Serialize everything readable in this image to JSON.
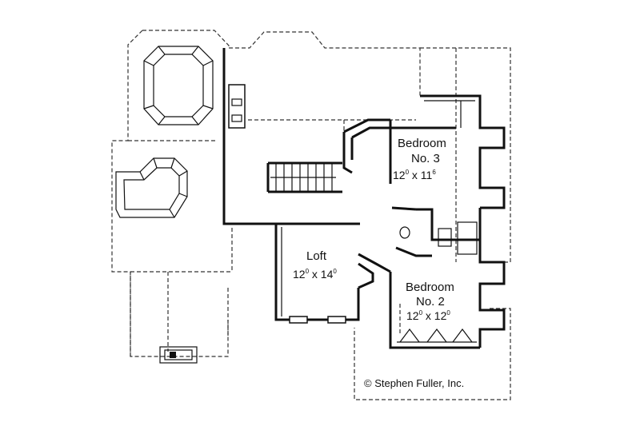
{
  "rooms": [
    {
      "name": "Bedroom",
      "sub": "No. 3",
      "dim_a": "12",
      "dim_a_sup": "0",
      "dim_sep": " x 11",
      "dim_b_sup": "6"
    },
    {
      "name": "Loft",
      "sub": "",
      "dim_a": "12",
      "dim_a_sup": "0",
      "dim_sep": " x 14",
      "dim_b_sup": "0"
    },
    {
      "name": "Bedroom",
      "sub": "No. 2",
      "dim_a": "12",
      "dim_a_sup": "0",
      "dim_sep": " x 12",
      "dim_b_sup": "0"
    }
  ],
  "copyright": "© Stephen Fuller, Inc."
}
